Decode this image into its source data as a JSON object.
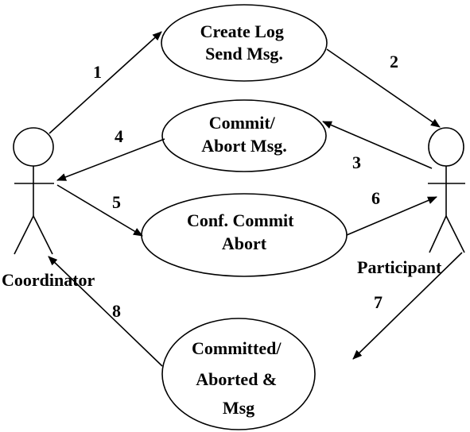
{
  "actors": {
    "coordinator": "Coordinator",
    "participant": "Participant"
  },
  "use_cases": {
    "create_log": [
      "Create Log",
      "Send Msg."
    ],
    "commit_abort_msg": [
      "Commit/",
      "Abort Msg."
    ],
    "conf_commit_abort": [
      "Conf. Commit",
      "Abort"
    ],
    "committed_aborted": [
      "Committed/",
      "Aborted &",
      "Msg"
    ]
  },
  "steps": {
    "s1": "1",
    "s2": "2",
    "s3": "3",
    "s4": "4",
    "s5": "5",
    "s6": "6",
    "s7": "7",
    "s8": "8"
  },
  "colors": {
    "stroke": "#000000",
    "background": "#ffffff"
  }
}
